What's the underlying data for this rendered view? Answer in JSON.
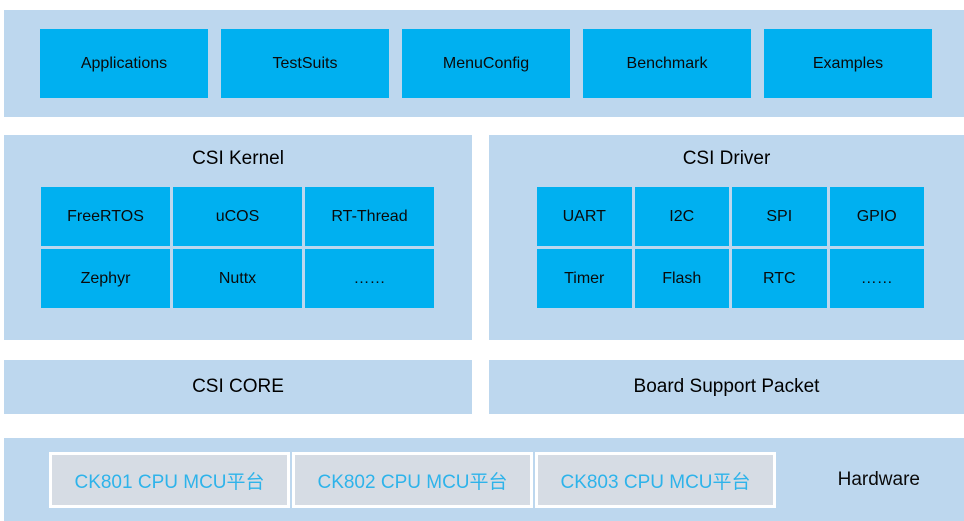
{
  "colors": {
    "accent": "#00B0F0",
    "band": "#BDD7EE",
    "hw_box_fill": "#D6DCE4",
    "hw_text": "#2EB3EA"
  },
  "top_band": {
    "items": [
      "Applications",
      "TestSuits",
      "MenuConfig",
      "Benchmark",
      "Examples"
    ]
  },
  "kernel": {
    "title": "CSI Kernel",
    "cells": [
      "FreeRTOS",
      "uCOS",
      "RT-Thread",
      "Zephyr",
      "Nuttx",
      "……"
    ]
  },
  "driver": {
    "title": "CSI Driver",
    "cells": [
      "UART",
      "I2C",
      "SPI",
      "GPIO",
      "Timer",
      "Flash",
      "RTC",
      "……"
    ]
  },
  "core_bar": {
    "label": "CSI CORE"
  },
  "bsp_bar": {
    "label": "Board Support Packet"
  },
  "hardware": {
    "platforms": [
      "CK801 CPU MCU平台",
      "CK802 CPU MCU平台",
      "CK803 CPU MCU平台"
    ],
    "label": "Hardware"
  }
}
